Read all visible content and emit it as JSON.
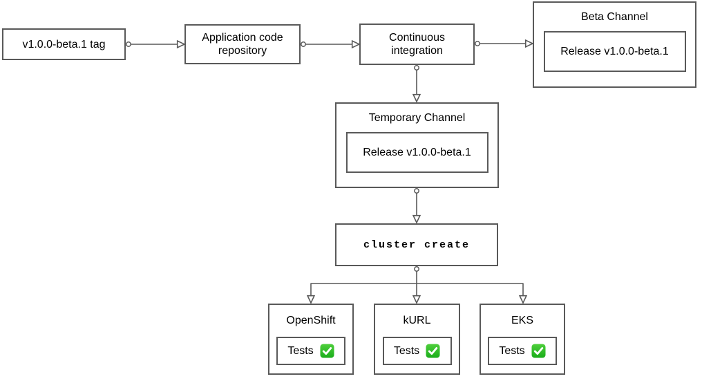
{
  "diagram": {
    "nodes": {
      "tag": {
        "label": "v1.0.0-beta.1 tag"
      },
      "app_repo": {
        "label": "Application code repository"
      },
      "ci": {
        "label": "Continuous integration"
      },
      "beta_channel": {
        "title": "Beta Channel",
        "release": "Release v1.0.0-beta.1"
      },
      "temp_channel": {
        "title": "Temporary Channel",
        "release": "Release v1.0.0-beta.1"
      },
      "cluster_create": {
        "label": "cluster create"
      },
      "openshift": {
        "title": "OpenShift",
        "tests_label": "Tests",
        "tests_status": "passed"
      },
      "kurl": {
        "title": "kURL",
        "tests_label": "Tests",
        "tests_status": "passed"
      },
      "eks": {
        "title": "EKS",
        "tests_label": "Tests",
        "tests_status": "passed"
      }
    },
    "icons": {
      "tests_status_icon": "green-check-badge-icon"
    },
    "colors": {
      "border": "#595959",
      "text": "#000000",
      "background": "#ffffff",
      "check_green_top": "#4ecf3c",
      "check_green_bottom": "#1aad1a",
      "check_mark": "#ffffff"
    }
  }
}
